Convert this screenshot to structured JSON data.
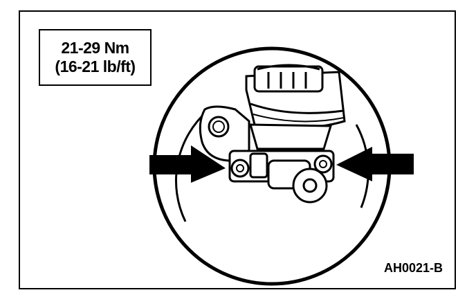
{
  "torque_spec": {
    "line1": "21-29 Nm",
    "line2": "(16-21 lb/ft)"
  },
  "figure_id": "AH0021-B",
  "colors": {
    "ink": "#000000",
    "paper": "#ffffff"
  }
}
